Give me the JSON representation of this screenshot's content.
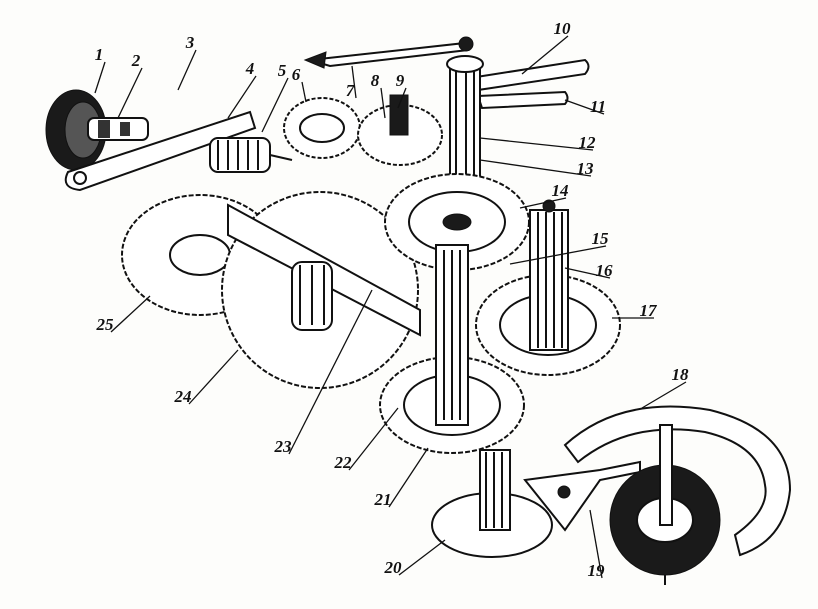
{
  "figure": {
    "labels": [
      "1",
      "2",
      "3",
      "4",
      "5",
      "6",
      "7",
      "8",
      "9",
      "10",
      "11",
      "12",
      "13",
      "14",
      "15",
      "16",
      "17",
      "18",
      "19",
      "20",
      "21",
      "22",
      "23",
      "24",
      "25"
    ]
  },
  "colors": {
    "ink": "#111111",
    "paper": "#fdfdfb"
  },
  "parts": [
    {
      "label": "1",
      "kind": "crown"
    },
    {
      "label": "2",
      "kind": "winding-stem"
    },
    {
      "label": "3",
      "kind": "gear"
    },
    {
      "label": "4",
      "kind": "lever"
    },
    {
      "label": "5",
      "kind": "clutch"
    },
    {
      "label": "6",
      "kind": "gear"
    },
    {
      "label": "7",
      "kind": "hand"
    },
    {
      "label": "8",
      "kind": "gear"
    },
    {
      "label": "9",
      "kind": "pinion"
    },
    {
      "label": "10",
      "kind": "hand"
    },
    {
      "label": "11",
      "kind": "hand"
    },
    {
      "label": "12",
      "kind": "arbor"
    },
    {
      "label": "13",
      "kind": "pinion"
    },
    {
      "label": "14",
      "kind": "wheel"
    },
    {
      "label": "15",
      "kind": "pinion"
    },
    {
      "label": "16",
      "kind": "pinion"
    },
    {
      "label": "17",
      "kind": "wheel"
    },
    {
      "label": "18",
      "kind": "balance"
    },
    {
      "label": "19",
      "kind": "pallet"
    },
    {
      "label": "20",
      "kind": "escape-wheel"
    },
    {
      "label": "21",
      "kind": "wheel"
    },
    {
      "label": "22",
      "kind": "pinion"
    },
    {
      "label": "23",
      "kind": "barrel-arbor"
    },
    {
      "label": "24",
      "kind": "mainspring-barrel"
    },
    {
      "label": "25",
      "kind": "gear"
    }
  ]
}
